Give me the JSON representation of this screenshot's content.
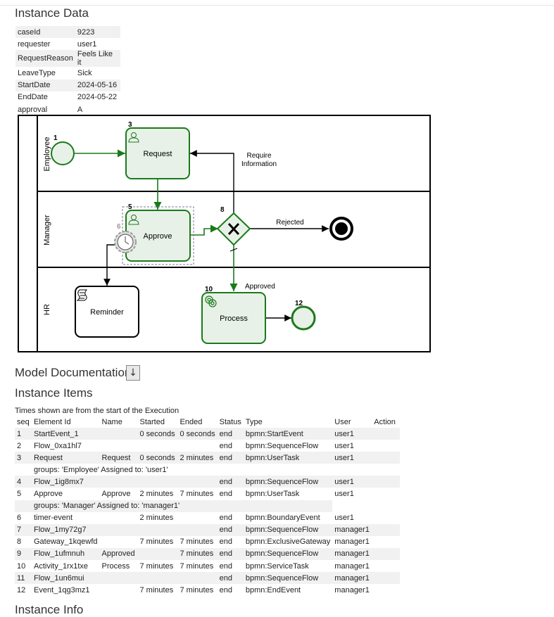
{
  "instance_data": {
    "title": "Instance Data",
    "rows": [
      {
        "key": "caseId",
        "value": "9223"
      },
      {
        "key": "requester",
        "value": "user1"
      },
      {
        "key": "RequestReason",
        "value": "Feels Like it"
      },
      {
        "key": "LeaveType",
        "value": "Sick"
      },
      {
        "key": "StartDate",
        "value": "2024-05-16"
      },
      {
        "key": "EndDate",
        "value": "2024-05-22"
      },
      {
        "key": "approval",
        "value": "A"
      }
    ]
  },
  "diagram": {
    "lanes": [
      "Employee",
      "Manager",
      "HR"
    ],
    "tasks": {
      "request": "Request",
      "approve": "Approve",
      "reminder": "Reminder",
      "process": "Process"
    },
    "seq_numbers": {
      "start": "1",
      "request": "3",
      "approve": "5",
      "timer": "6",
      "gateway": "8",
      "process": "10",
      "end": "12"
    },
    "flow_labels": {
      "require_line1": "Require",
      "require_line2": "Information",
      "rejected": "Rejected",
      "approved": "Approved"
    },
    "colors": {
      "completed_stroke": "#1a7a1a",
      "completed_fill": "#e8f1e8",
      "pending_stroke": "#000000"
    }
  },
  "model_documentation": {
    "title": "Model Documentation",
    "button": "↓"
  },
  "instance_items": {
    "title": "Instance Items",
    "note": "Times shown are from the start of the Execution",
    "columns": [
      "seq",
      "Element Id",
      "Name",
      "Started",
      "Ended",
      "Status",
      "Type",
      "User",
      "Action"
    ],
    "rows": [
      {
        "seq": "1",
        "id": "StartEvent_1",
        "name": "",
        "started": "0 seconds",
        "ended": "0 seconds",
        "status": "end",
        "type": "bpmn:StartEvent",
        "user": "user1"
      },
      {
        "seq": "2",
        "id": "Flow_0xa1hl7",
        "name": "",
        "started": "",
        "ended": "",
        "status": "end",
        "type": "bpmn:SequenceFlow",
        "user": "user1"
      },
      {
        "seq": "3",
        "id": "Request",
        "name": "Request",
        "started": "0 seconds",
        "ended": "2 minutes",
        "status": "end",
        "type": "bpmn:UserTask",
        "user": "user1"
      },
      {
        "group": "groups: 'Employee' Assigned to: 'user1'"
      },
      {
        "seq": "4",
        "id": "Flow_1ig8mx7",
        "name": "",
        "started": "",
        "ended": "",
        "status": "end",
        "type": "bpmn:SequenceFlow",
        "user": "user1"
      },
      {
        "seq": "5",
        "id": "Approve",
        "name": "Approve",
        "started": "2 minutes",
        "ended": "7 minutes",
        "status": "end",
        "type": "bpmn:UserTask",
        "user": "user1"
      },
      {
        "group": "groups: 'Manager' Assigned to: 'manager1'"
      },
      {
        "seq": "6",
        "id": "timer-event",
        "name": "",
        "started": "2 minutes",
        "ended": "",
        "status": "end",
        "type": "bpmn:BoundaryEvent",
        "user": "user1"
      },
      {
        "seq": "7",
        "id": "Flow_1my72g7",
        "name": "",
        "started": "",
        "ended": "",
        "status": "end",
        "type": "bpmn:SequenceFlow",
        "user": "manager1"
      },
      {
        "seq": "8",
        "id": "Gateway_1kqewfd",
        "name": "",
        "started": "7 minutes",
        "ended": "7 minutes",
        "status": "end",
        "type": "bpmn:ExclusiveGateway",
        "user": "manager1"
      },
      {
        "seq": "9",
        "id": "Flow_1ufmnuh",
        "name": "Approved",
        "started": "",
        "ended": "7 minutes",
        "status": "end",
        "type": "bpmn:SequenceFlow",
        "user": "manager1"
      },
      {
        "seq": "10",
        "id": "Activity_1rx1txe",
        "name": "Process",
        "started": "7 minutes",
        "ended": "7 minutes",
        "status": "end",
        "type": "bpmn:ServiceTask",
        "user": "manager1"
      },
      {
        "seq": "11",
        "id": "Flow_1un6mui",
        "name": "",
        "started": "",
        "ended": "",
        "status": "end",
        "type": "bpmn:SequenceFlow",
        "user": "manager1"
      },
      {
        "seq": "12",
        "id": "Event_1qg3mz1",
        "name": "",
        "started": "7 minutes",
        "ended": "7 minutes",
        "status": "end",
        "type": "bpmn:EndEvent",
        "user": "manager1"
      }
    ]
  },
  "instance_info": {
    "title": "Instance Info"
  }
}
